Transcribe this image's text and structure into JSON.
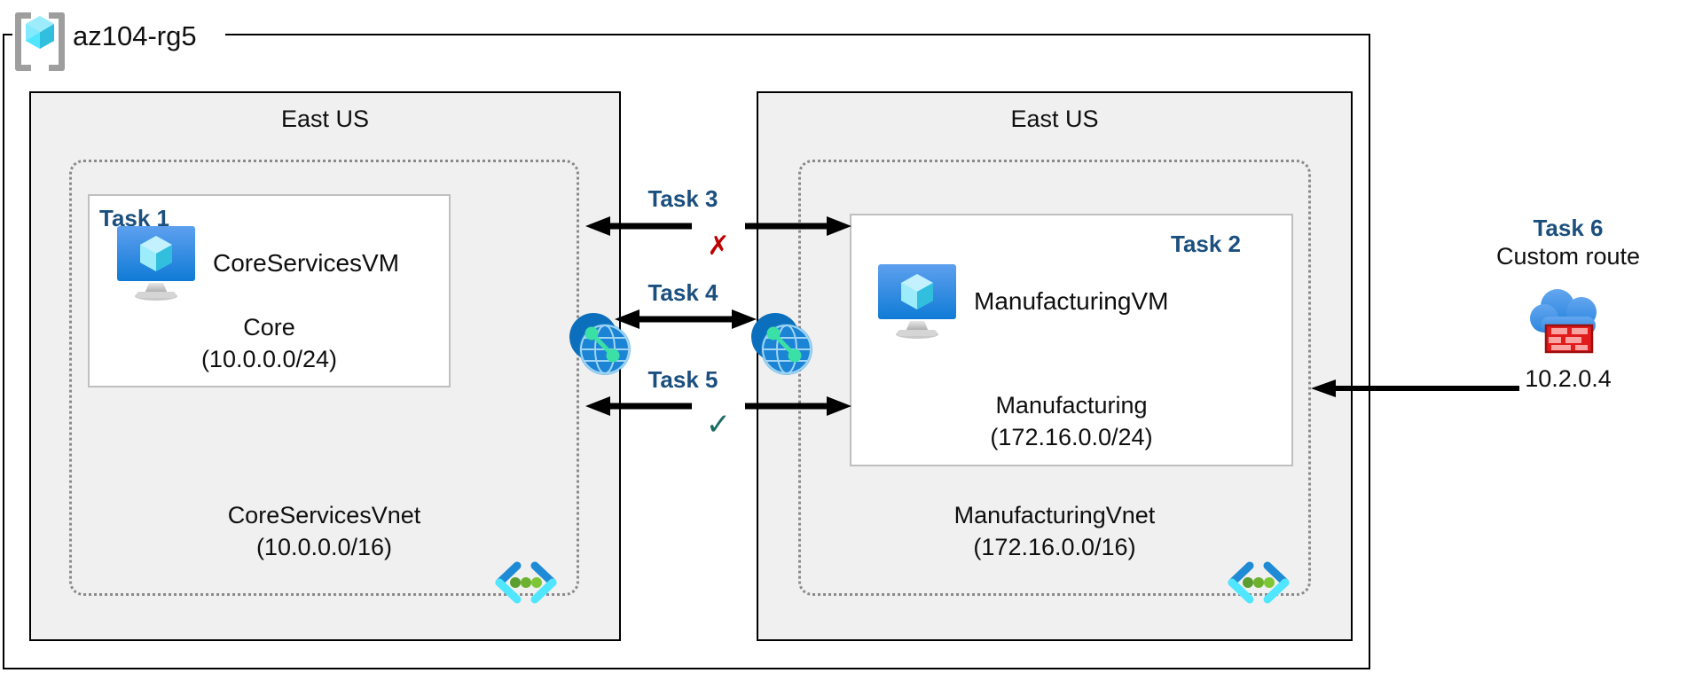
{
  "resource_group": {
    "name": "az104-rg5",
    "icon": "resource-group-cube-icon"
  },
  "regions": [
    {
      "id": "left",
      "label": "East US"
    },
    {
      "id": "right",
      "label": "East US"
    }
  ],
  "vnets": [
    {
      "id": "core",
      "name": "CoreServicesVnet",
      "cidr": "(10.0.0.0/16)",
      "icon": "subnet-code-brackets-icon",
      "subnet": {
        "task": "Task 1",
        "name": "Core",
        "cidr": "(10.0.0.0/24)",
        "vm": {
          "name": "CoreServicesVM",
          "icon": "virtual-machine-icon"
        }
      }
    },
    {
      "id": "manufacturing",
      "name": "ManufacturingVnet",
      "cidr": "(172.16.0.0/16)",
      "icon": "subnet-code-brackets-icon",
      "subnet": {
        "task": "Task 2",
        "name": "Manufacturing",
        "cidr": "(172.16.0.0/24)",
        "vm": {
          "name": "ManufacturingVM",
          "icon": "virtual-machine-icon"
        }
      }
    }
  ],
  "peerings": [
    {
      "id": "left-peering",
      "icon": "vnet-peering-icon"
    },
    {
      "id": "right-peering",
      "icon": "vnet-peering-icon"
    }
  ],
  "connections": [
    {
      "id": "task3",
      "label": "Task 3",
      "marker": "✗",
      "marker_kind": "blocked"
    },
    {
      "id": "task4",
      "label": "Task 4",
      "marker": "",
      "marker_kind": "none"
    },
    {
      "id": "task5",
      "label": "Task 5",
      "marker": "✓",
      "marker_kind": "allowed"
    }
  ],
  "task6": {
    "label": "Task 6",
    "description": "Custom route",
    "ip": "10.2.0.4",
    "icon": "firewall-cloud-icon"
  },
  "colors": {
    "task_blue": "#1b4f7e",
    "blocked_red": "#c00000",
    "allowed_green": "#1d6b63",
    "region_fill": "#f0f0f0",
    "vnet_dotted": "#8a8a8a",
    "subnet_border": "#bfbfbf",
    "azure_blue": "#1f8bd6",
    "cube_cyan": "#50e6ff"
  }
}
